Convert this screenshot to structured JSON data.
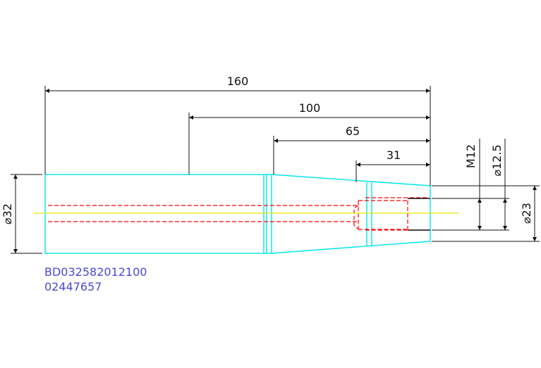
{
  "dimensions": {
    "length_total": "160",
    "length_100": "100",
    "length_65": "65",
    "length_31": "31",
    "dia_32": "⌀32",
    "thread": "M12",
    "dia_12_5": "⌀12.5",
    "dia_23": "⌀23"
  },
  "part_id": {
    "line1": "BD032582012100",
    "line2": "02447657"
  },
  "colors": {
    "outline": "#00e5ee",
    "hidden": "#ff0000",
    "centerline": "#e8e800",
    "dimension": "#111111",
    "id_text": "#4a4ad8"
  }
}
